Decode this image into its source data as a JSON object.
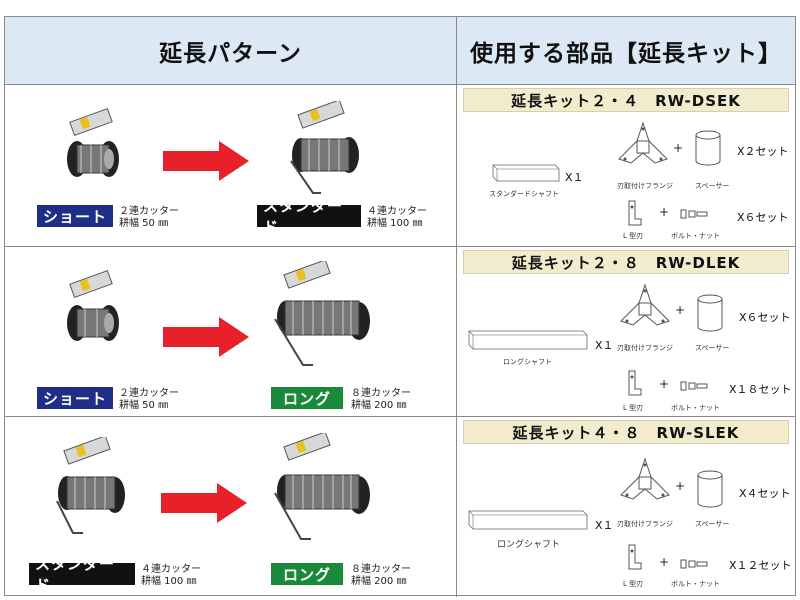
{
  "header": {
    "left": "延長パターン",
    "right": "使用する部品【延長キット】"
  },
  "rows": [
    {
      "from": {
        "label": "ショート",
        "spec1": "２連カッター",
        "spec2": "耕幅 50 ㎜"
      },
      "to": {
        "label": "スタンダード",
        "spec1": "４連カッター",
        "spec2": "耕幅 100 ㎜"
      },
      "kit": {
        "title": "延長キット２・４　RW-DSEK",
        "shaft_label": "スタンダードシャフト",
        "shaft_qty": "X１",
        "flange_label": "刃取付けフランジ",
        "spacer_label": "スペーサー",
        "set1_qty": "X２セット",
        "lblade_label": "L 型刃",
        "bolt_label": "ボルト・ナット",
        "set2_qty": "X６セット"
      }
    },
    {
      "from": {
        "label": "ショート",
        "spec1": "２連カッター",
        "spec2": "耕幅 50 ㎜"
      },
      "to": {
        "label": "ロング",
        "spec1": "８連カッター",
        "spec2": "耕幅 200 ㎜"
      },
      "kit": {
        "title": "延長キット２・８　RW-DLEK",
        "shaft_label": "ロングシャフト",
        "shaft_qty": "X１",
        "flange_label": "刃取付けフランジ",
        "spacer_label": "スペーサー",
        "set1_qty": "X６セット",
        "lblade_label": "L 型刃",
        "bolt_label": "ボルト・ナット",
        "set2_qty": "X１８セット"
      }
    },
    {
      "from": {
        "label": "スタンダード",
        "spec1": "４連カッター",
        "spec2": "耕幅 100 ㎜"
      },
      "to": {
        "label": "ロング",
        "spec1": "８連カッター",
        "spec2": "耕幅 200 ㎜"
      },
      "kit": {
        "title": "延長キット４・８　RW-SLEK",
        "shaft_label": "ロングシャフト",
        "shaft_qty": "X１",
        "flange_label": "刃取付けフランジ",
        "spacer_label": "スペーサー",
        "set1_qty": "X４セット",
        "lblade_label": "L 型刃",
        "bolt_label": "ボルト・ナット",
        "set2_qty": "X１２セット"
      }
    }
  ],
  "colors": {
    "header_bg": "#dce9f5",
    "kit_title_bg": "#f2eccf",
    "arrow": "#e8202a",
    "short_label": "#1f2e86",
    "standard_label": "#111111",
    "long_label": "#1a8a3a"
  },
  "plus_sign": "+"
}
